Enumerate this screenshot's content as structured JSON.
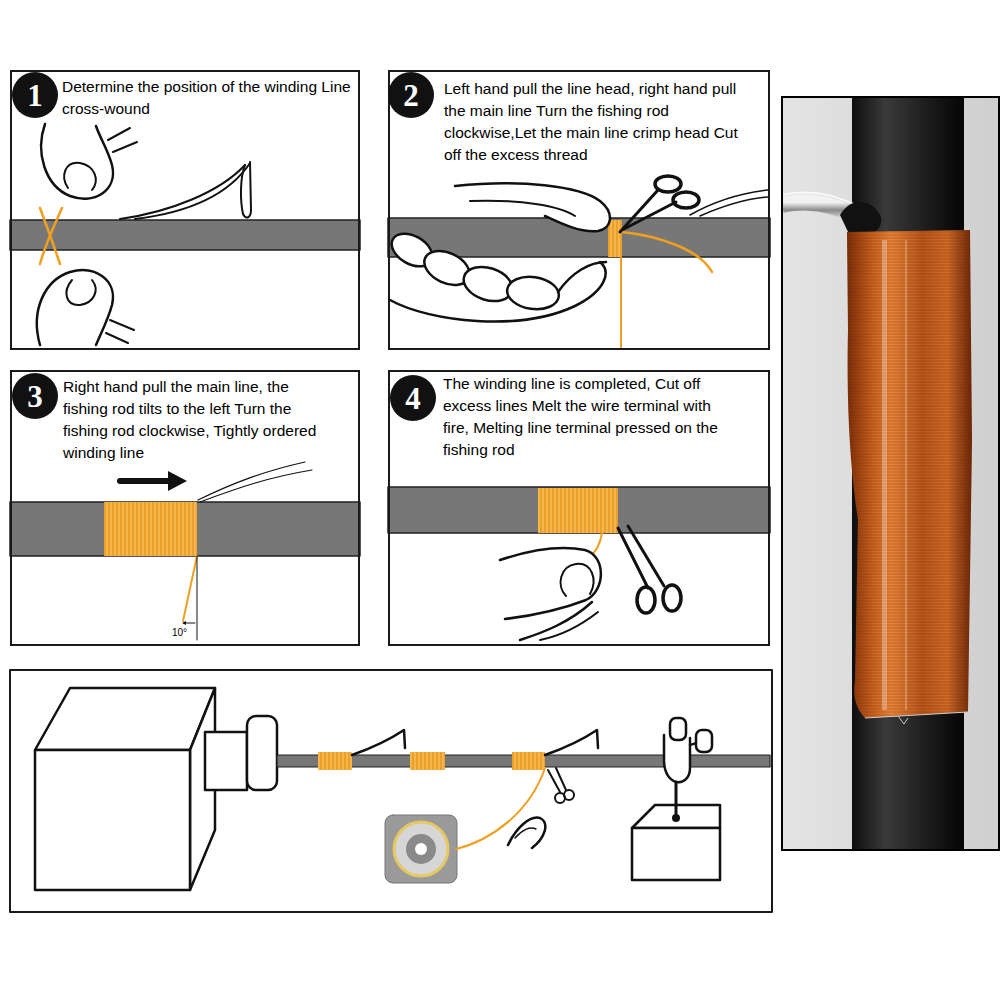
{
  "diagram": {
    "nodes": [
      {
        "text": [
          "Determine the position of the winding Line cross-wound"
        ]
      },
      {
        "text": [
          "1"
        ],
        "in": 0
      },
      {
        "text": [
          "Left hand pull the line head, right hand pull the main line Turn the fishing rod clockwise,Let the main line crimp head Cut off the excess thread"
        ]
      },
      {
        "text": [
          "2"
        ],
        "in": 2
      },
      {
        "text": [
          "Right hand pull the main line, the fishing rod tilts to the left Turn the fishing rod clockwise, Tightly ordered winding line"
        ]
      },
      {
        "text": [
          "3"
        ],
        "in": 4
      },
      {
        "text": [
          "The winding line is completed, Cut off excess lines Melt the wire terminal with fire, Melting line terminal pressed on the fishing rod"
        ]
      },
      {
        "text": [
          "4"
        ],
        "in": 6
      }
    ],
    "labels": [
      "10°"
    ]
  }
}
